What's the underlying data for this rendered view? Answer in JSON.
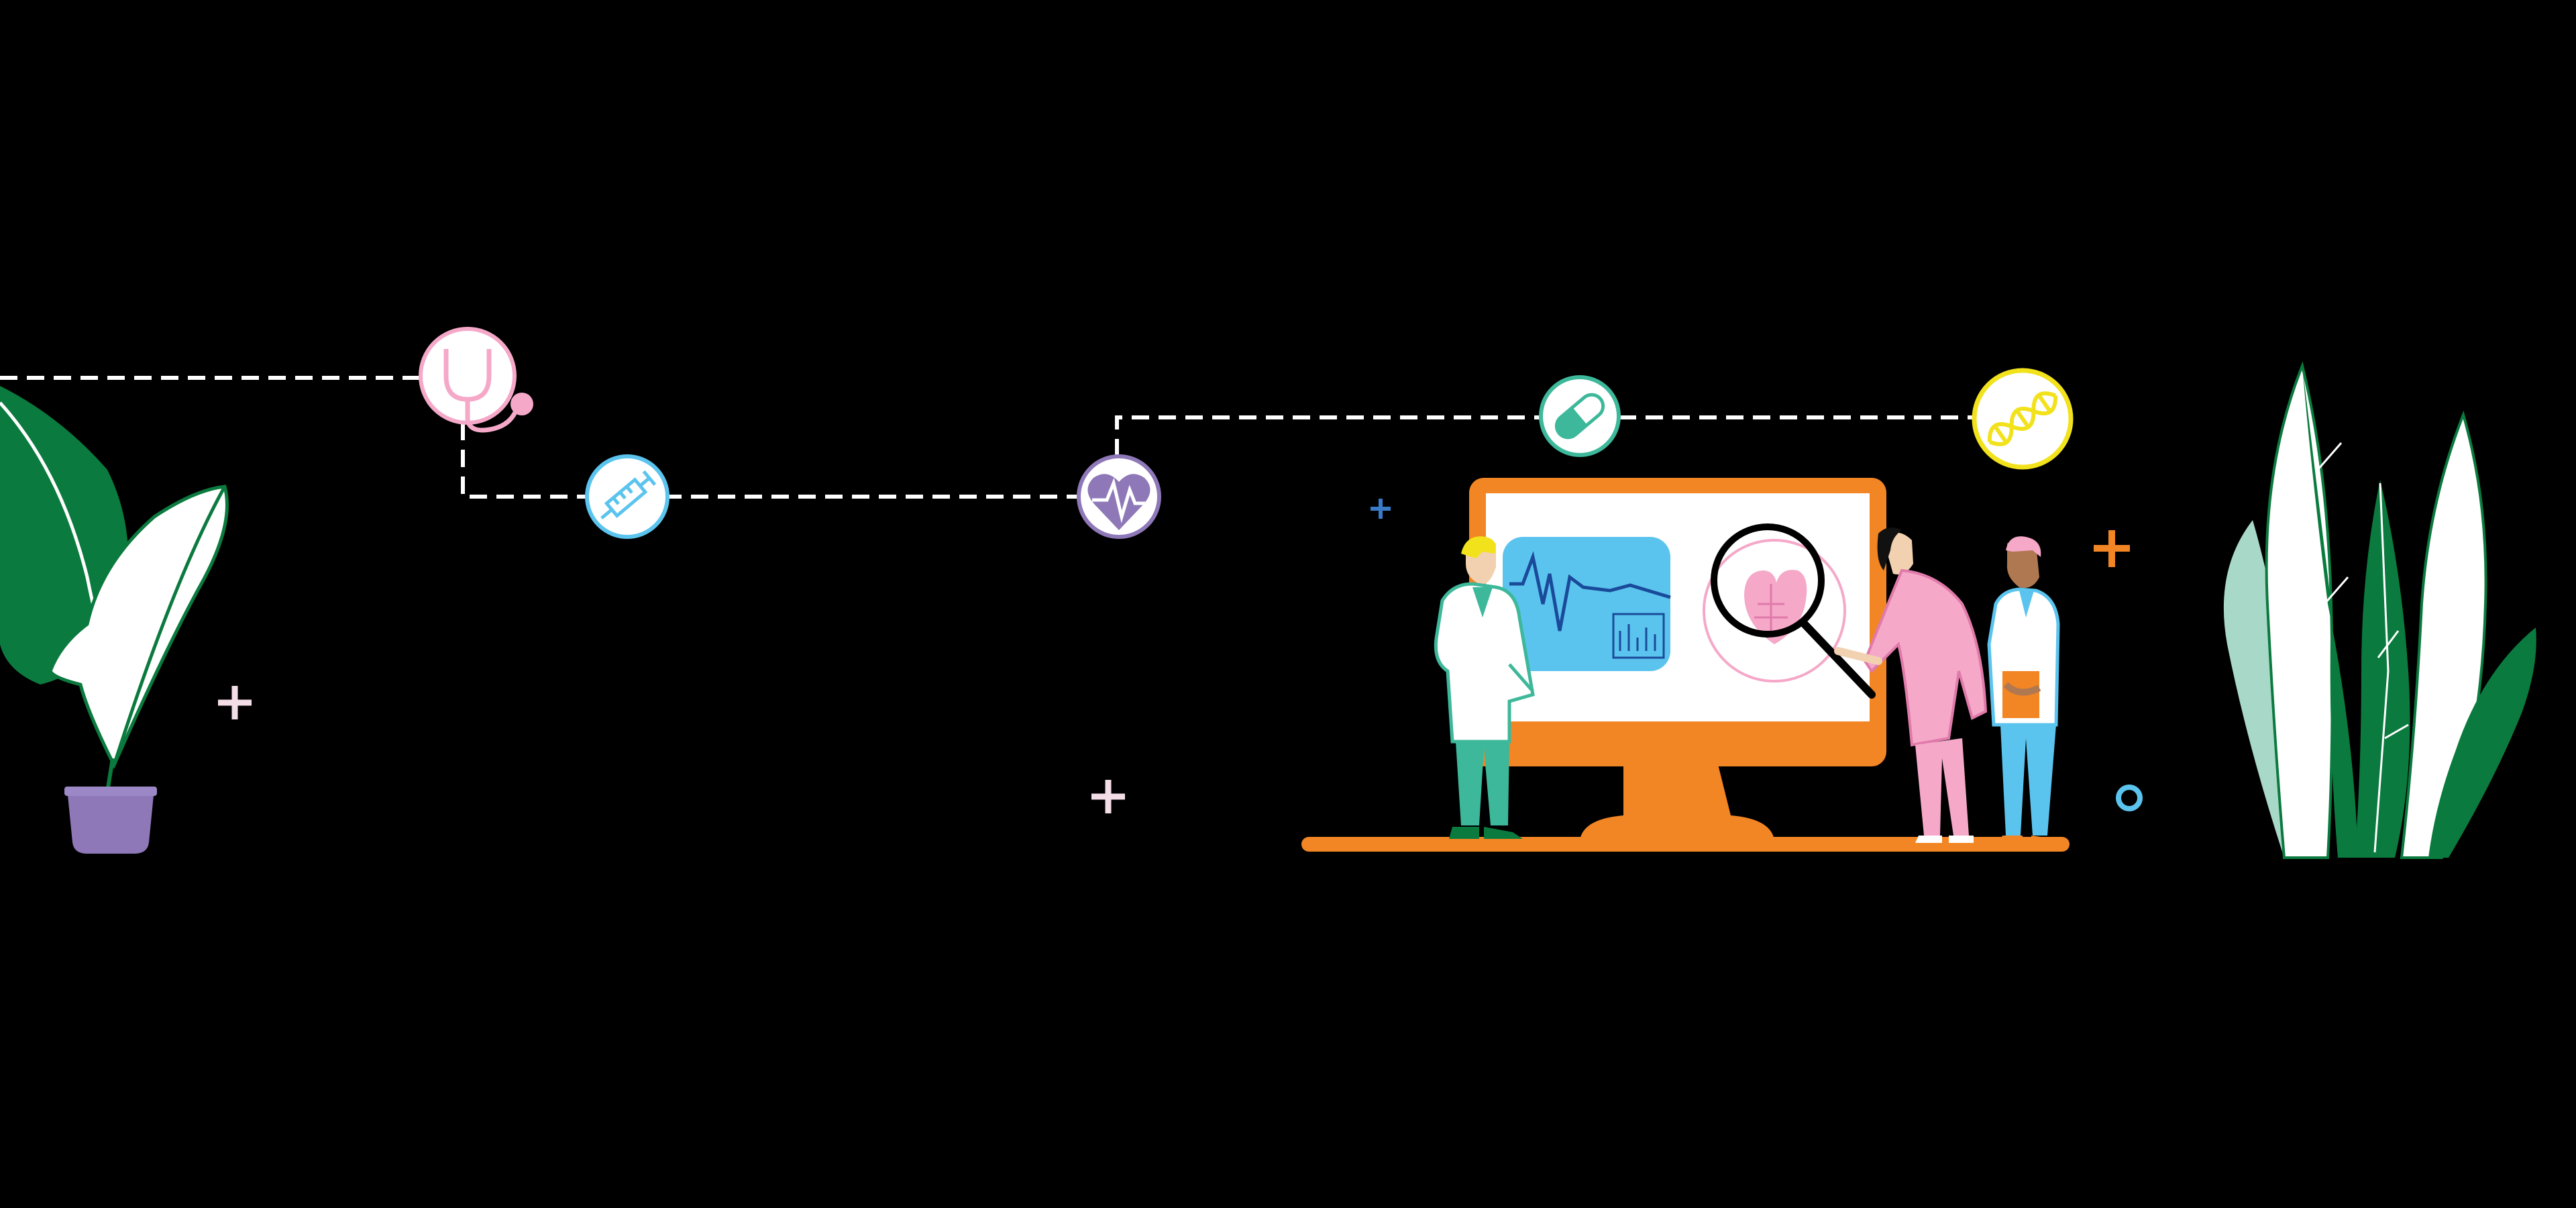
{
  "scene": {
    "background": "#000000",
    "colors": {
      "pink": "#F5A8C8",
      "light_blue": "#5BC4EE",
      "purple": "#8E78B8",
      "mint": "#3DB89A",
      "yellow": "#F2E21C",
      "orange": "#F28524",
      "dark_green": "#0B7A3E",
      "dashed_line": "#FFFFFF"
    },
    "timeline_icons": [
      "stethoscope-icon",
      "syringe-icon",
      "heart-rate-icon",
      "pill-icon",
      "dna-icon"
    ],
    "illustration": [
      "potted-plant",
      "monitor-with-ecg-and-heart",
      "doctor-left",
      "doctor-magnifier",
      "doctor-right",
      "right-plant"
    ]
  }
}
